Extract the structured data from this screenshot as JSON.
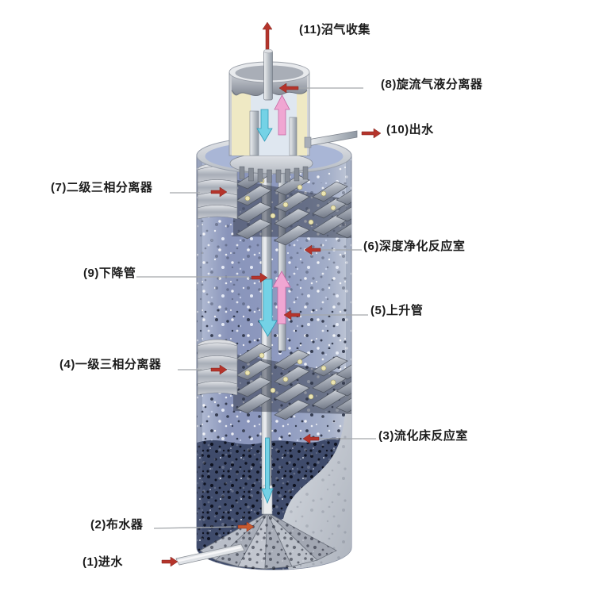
{
  "labels": [
    {
      "num": "1",
      "text": "(1)进水"
    },
    {
      "num": "2",
      "text": "(2)布水器"
    },
    {
      "num": "3",
      "text": "(3)流化床反应室"
    },
    {
      "num": "4",
      "text": "(4)一级三相分离器"
    },
    {
      "num": "5",
      "text": "(5)上升管"
    },
    {
      "num": "6",
      "text": "(6)深度净化反应室"
    },
    {
      "num": "7",
      "text": "(7)二级三相分离器"
    },
    {
      "num": "8",
      "text": "(8)旋流气液分离器"
    },
    {
      "num": "9",
      "text": "(9)下降管"
    },
    {
      "num": "10",
      "text": "(10)出水"
    },
    {
      "num": "11",
      "text": "(11)沼气收集"
    }
  ],
  "colors": {
    "pointer_red": "#b5342b",
    "inlet_orange": "#c85a2e",
    "flow_down_cyan": "#74d2e6",
    "flow_up_pink": "#f0a6d2",
    "leader_gray": "#a3a7ab"
  }
}
